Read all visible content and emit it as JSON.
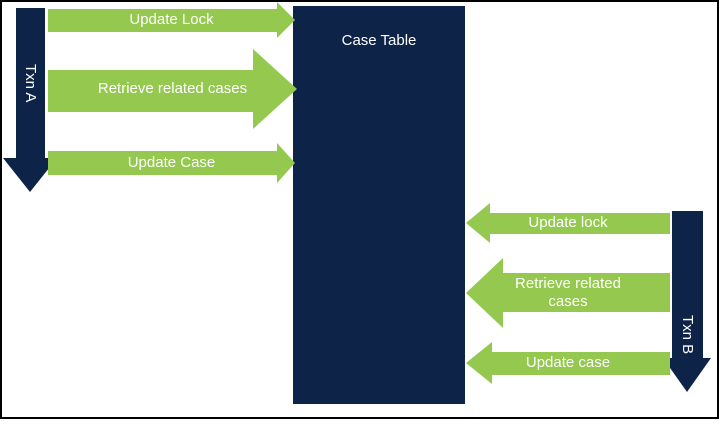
{
  "colors": {
    "navy": "#0d2347",
    "green": "#94c84e",
    "text": "#ffffff"
  },
  "case_table": {
    "label": "Case Table"
  },
  "txn_a": {
    "label": "Txn A"
  },
  "txn_b": {
    "label": "Txn B"
  },
  "left_arrows": [
    {
      "label": "Update Lock"
    },
    {
      "label": "Retrieve related cases"
    },
    {
      "label": "Update Case"
    }
  ],
  "right_arrows": [
    {
      "label": "Update lock"
    },
    {
      "label": "Retrieve related cases"
    },
    {
      "label": "Update case"
    }
  ]
}
